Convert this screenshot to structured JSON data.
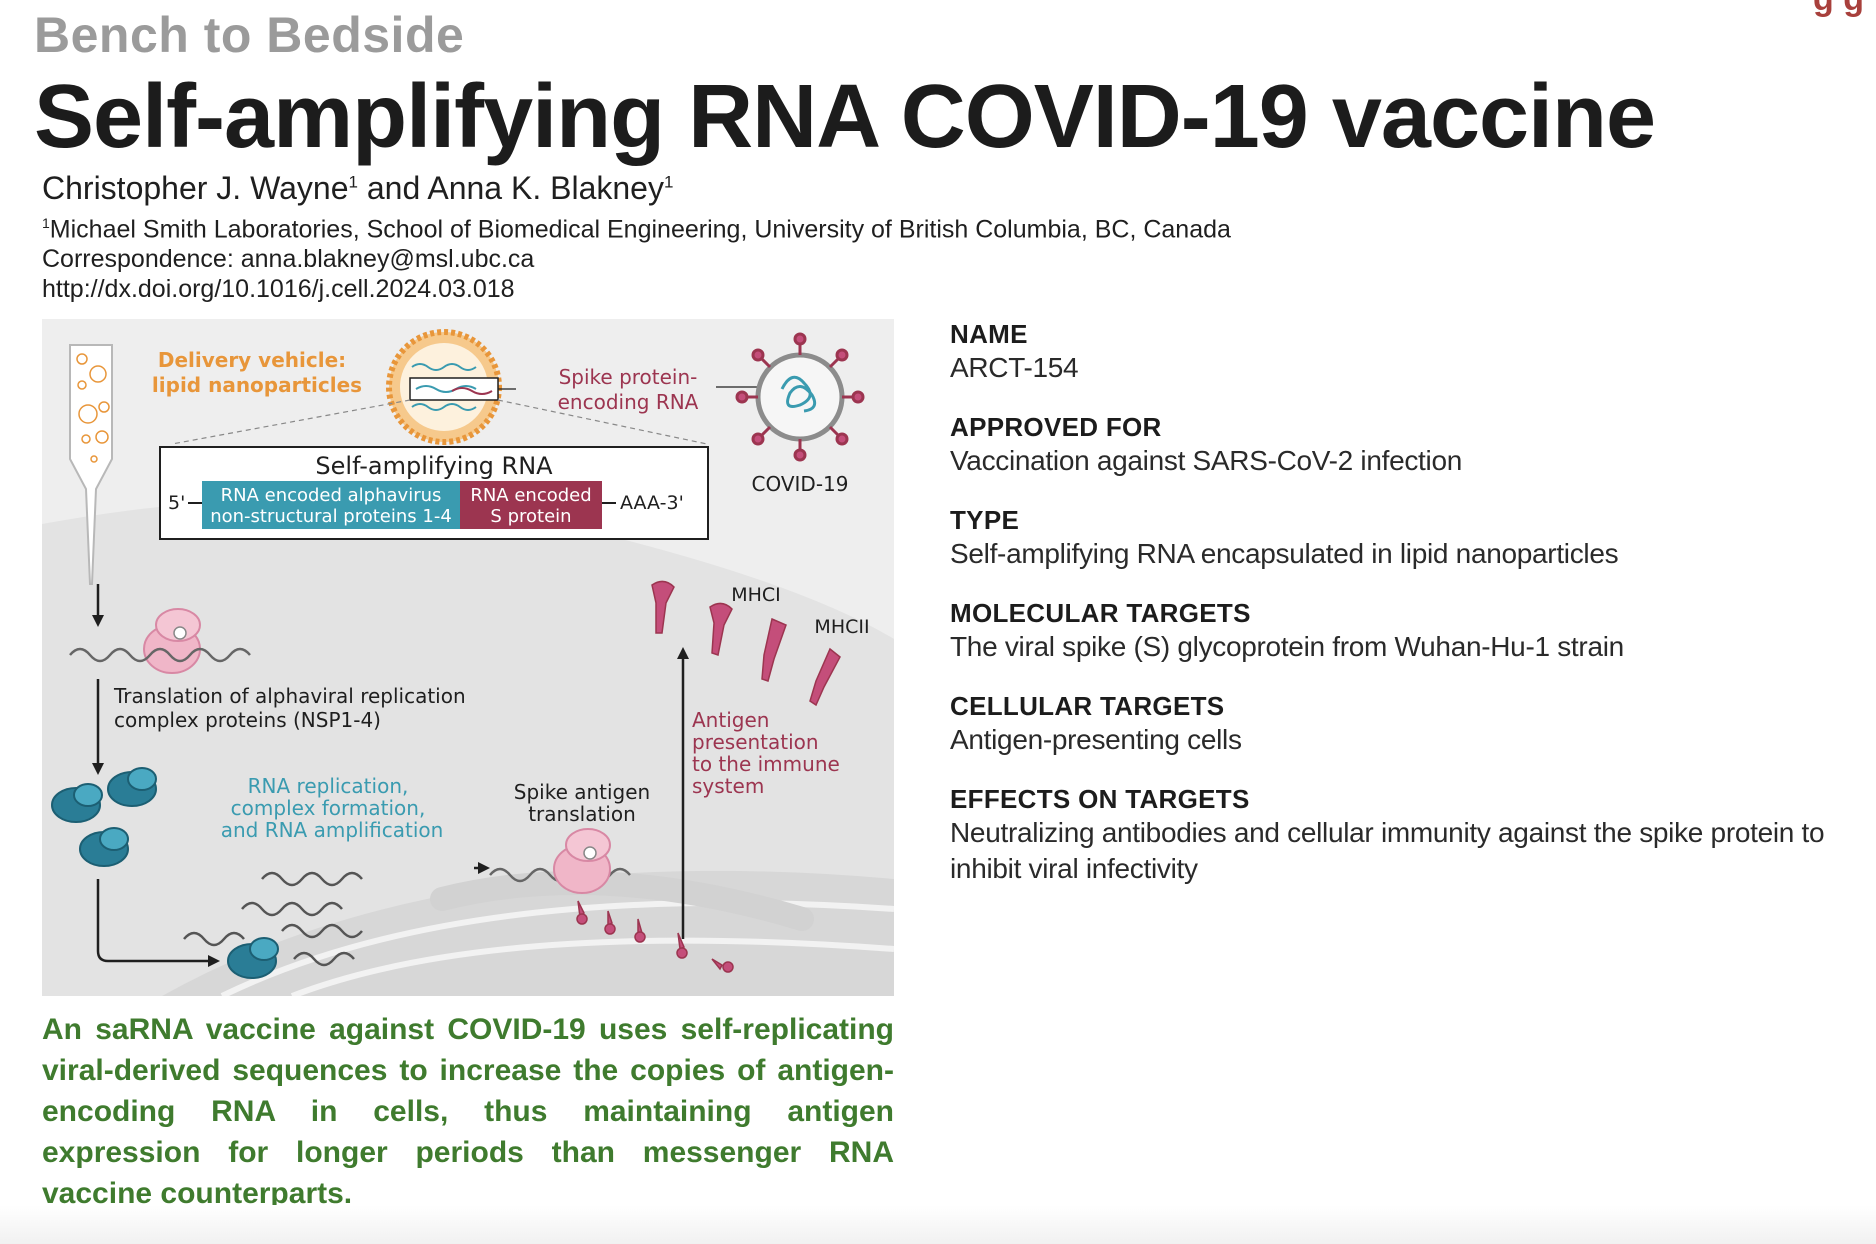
{
  "header": {
    "kicker": "Bench to Bedside",
    "title": "Self-amplifying RNA COVID-19 vaccine",
    "corner_text": "g g"
  },
  "authors": {
    "a1": "Christopher J. Wayne",
    "a1_sup": "1",
    "joiner": " and ",
    "a2": "Anna K. Blakney",
    "a2_sup": "1"
  },
  "affiliation": {
    "sup": "1",
    "text": "Michael Smith Laboratories, School of Biomedical Engineering, University of British Columbia, BC, Canada",
    "correspondence": "Correspondence: anna.blakney@msl.ubc.ca",
    "doi": "http://dx.doi.org/10.1016/j.cell.2024.03.018"
  },
  "figure": {
    "delivery_1": "Delivery vehicle:",
    "delivery_2": "lipid nanoparticles",
    "spike_rna_1": "Spike protein-",
    "spike_rna_2": "encoding RNA",
    "covid": "COVID-19",
    "sarna_title": "Self-amplifying RNA",
    "five_prime": "5'",
    "nsp_1": "RNA encoded alphavirus",
    "nsp_2": "non-structural proteins 1-4",
    "s_1": "RNA encoded",
    "s_2": "S protein",
    "three_prime": "AAA-3'",
    "mhci": "MHCI",
    "mhcii": "MHCII",
    "translation_1": "Translation of alphaviral replication",
    "translation_2": "complex proteins (NSP1-4)",
    "antigen_1": "Antigen",
    "antigen_2": "presentation",
    "antigen_3": "to the immune",
    "antigen_4": "system",
    "replication_1": "RNA replication,",
    "replication_2": "complex formation,",
    "replication_3": "and RNA amplification",
    "spike_tr_1": "Spike antigen",
    "spike_tr_2": "translation",
    "colors": {
      "orange": "#e8963a",
      "teal": "#3a9bb0",
      "maroon": "#9c3550",
      "pink": "#c44e7a"
    }
  },
  "caption": "An saRNA vaccine against COVID-19 uses self-replicating viral-derived sequences to increase the copies of antigen-encoding RNA in cells, thus maintaining antigen expression for longer periods than messenger RNA vaccine counterparts.",
  "info": [
    {
      "label": "NAME",
      "value": "ARCT-154"
    },
    {
      "label": "APPROVED FOR",
      "value": "Vaccination against SARS-CoV-2 infection"
    },
    {
      "label": "TYPE",
      "value": "Self-amplifying RNA encapsulated in lipid nanoparticles"
    },
    {
      "label": "MOLECULAR TARGETS",
      "value": "The viral spike (S) glycoprotein from Wuhan-Hu-1 strain"
    },
    {
      "label": "CELLULAR TARGETS",
      "value": "Antigen-presenting cells"
    },
    {
      "label": "EFFECTS ON TARGETS",
      "value": "Neutralizing antibodies and cellular immunity against the spike protein to inhibit viral infectivity"
    }
  ]
}
